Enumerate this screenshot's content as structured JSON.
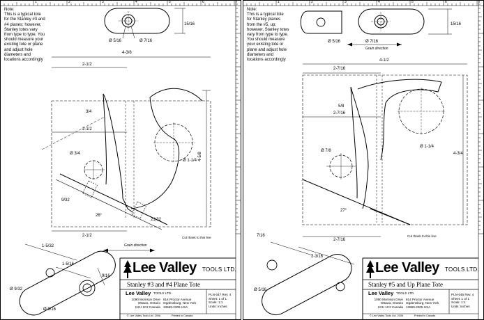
{
  "left": {
    "note": [
      "Note:",
      "This is a typical tote",
      "for the Stanley #3 and",
      "#4 planes; however,",
      "Stanley totes vary",
      "from type to type. You",
      "should measure your",
      "existing tote or plane",
      "and adjust hole",
      "diameters and",
      "locations accordingly"
    ],
    "dims": {
      "top_height": "15/16",
      "top_d1": "Ø 5/16",
      "top_d2": "Ø 7/16",
      "width_total": "4-3/8",
      "width_a": "2-1/2",
      "width_b": "2-1/2",
      "width_bottom": "2-1/2",
      "d_34": "3/4",
      "height": "4-5/8",
      "hole_a": "Ø 3/4",
      "hole_b": "Ø 1-1/4",
      "d_932": "9/32",
      "angle": "26°",
      "d_2132": "21/32",
      "cut": "Cut thank to this line",
      "grain": "Grain direction",
      "b_1532": "1-5/32",
      "b_1516": "1-5/16",
      "b_916": "9/16",
      "b_hole_a": "Ø 9/32",
      "b_hole_b": "Ø 9/16"
    },
    "titleblock": {
      "logo": "Lee Valley",
      "tools": "TOOLS LTD.",
      "title": "Stanley #3 and #4 Plane Tote",
      "addr1": [
        "1090 Morrison Drive",
        "Ottawa, Ontario",
        "K2H 1C2 Canada"
      ],
      "addr2": [
        "814 Proctor Avenue",
        "Ogdensburg, New York",
        "13669-2205 USA"
      ],
      "info": [
        "PLN-047 Rev. 4",
        "Sheet: 1 of 1",
        "Scale: 1:1",
        "Units: Inches"
      ],
      "copyright": "© Lee Valley Tools Ltd. 2006",
      "printed": "Printed in Canada"
    }
  },
  "right": {
    "note": [
      "Note:",
      "This is a typical tote",
      "for Stanley planes",
      "from the #5, up;",
      "however, Stanley totes",
      "vary from type to type.",
      "You should measure",
      "your existing tote or",
      "plane and adjust hole",
      "diameters and",
      "locations accordingly"
    ],
    "dims": {
      "top_height": "15/16",
      "top_d1": "Ø 5/16",
      "top_d2": "Ø 7/16",
      "grain_top": "Grain direction",
      "width_total": "4-1/2",
      "width_a": "2-7/16",
      "width_b": "2-7/16",
      "width_bottom": "2-7/16",
      "d_58": "5/8",
      "height": "4-3/4",
      "hole_a": "Ø 7/8",
      "hole_b": "Ø 1-1/4",
      "angle": "27°",
      "cut": "Cut thank to this line",
      "b_716": "7/16",
      "b_2316": "2-3/16",
      "b_hole": "Ø 5/16"
    },
    "titleblock": {
      "logo": "Lee Valley",
      "tools": "TOOLS LTD.",
      "title": "Stanley #5 and Up Plane Tote",
      "addr1": [
        "1090 Morrison Drive",
        "Ottawa, Ontario",
        "K2H 1C2 Canada"
      ],
      "addr2": [
        "814 Proctor Avenue",
        "Ogdensburg, New York",
        "13669-2205 USA"
      ],
      "info": [
        "PLN-045 Rev. 4",
        "Sheet: 1 of 1",
        "Scale: 1:1",
        "Units: Inches"
      ],
      "copyright": "© Lee Valley Tools Ltd. 2006",
      "printed": "Printed in Canada"
    }
  },
  "ruler_numbers": [
    "1",
    "2",
    "3",
    "4",
    "5",
    "6",
    "7"
  ]
}
